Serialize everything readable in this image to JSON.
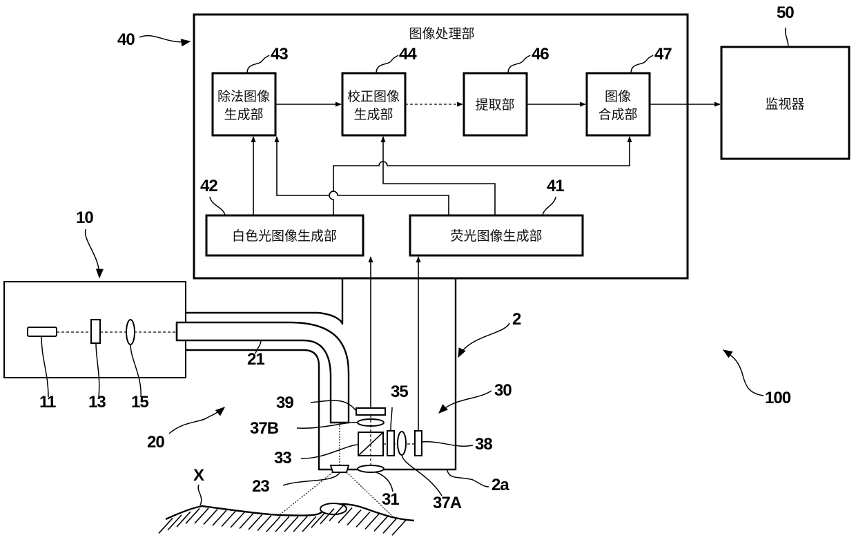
{
  "title": "图像处理部",
  "blocks": {
    "b43": {
      "label_lines": [
        "除法图像",
        "生成部"
      ],
      "ref": "43"
    },
    "b44": {
      "label_lines": [
        "校正图像",
        "生成部"
      ],
      "ref": "44"
    },
    "b46": {
      "label_lines": [
        "提取部"
      ],
      "ref": "46"
    },
    "b47": {
      "label_lines": [
        "图像",
        "合成部"
      ],
      "ref": "47"
    },
    "b42": {
      "label_lines": [
        "白色光图像生成部"
      ],
      "ref": "42"
    },
    "b41": {
      "label_lines": [
        "荧光图像生成部"
      ],
      "ref": "41"
    },
    "monitor": {
      "label_lines": [
        "监视器"
      ],
      "ref": "50"
    }
  },
  "refs": {
    "processor": "40",
    "light_source": "10",
    "light_emitter": "11",
    "filter": "13",
    "coupling_lens": "15",
    "light_guide": "21",
    "illumination_unit": "20",
    "illumination_lens": "23",
    "scope": "2",
    "scope_tip": "2a",
    "imaging_unit": "30",
    "objective_lens": "31",
    "beam_splitter": "33",
    "excitation_cut_filter": "35",
    "fluorescence_lens": "37A",
    "white_lens": "37B",
    "fluorescence_sensor": "38",
    "white_sensor": "39",
    "system": "100",
    "subject": "X"
  }
}
